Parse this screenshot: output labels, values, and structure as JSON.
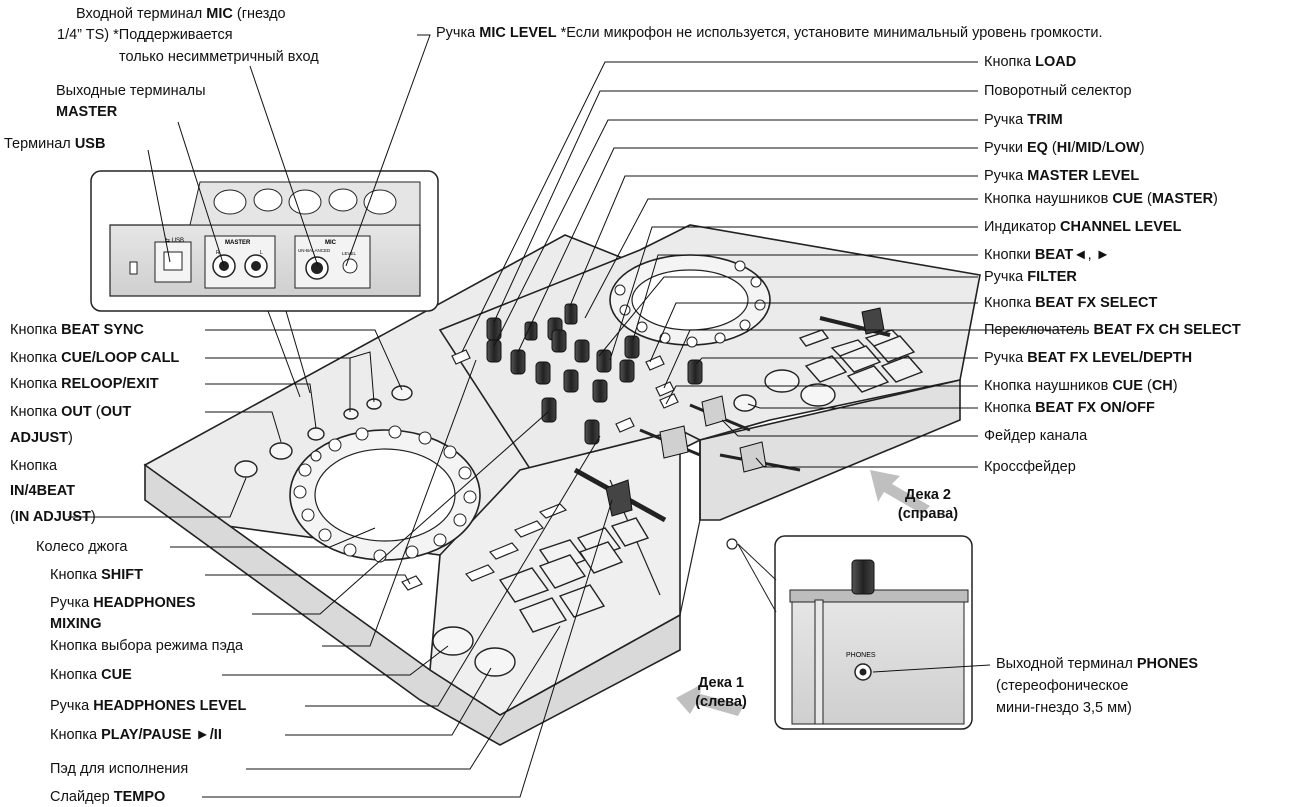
{
  "labels": {
    "mic_input": {
      "t1": "Входной терминал ",
      "b1": "MIC",
      "t2": " (гнездо",
      "line2": "1/4” TS) *Поддерживается",
      "line3": "только несимметричный вход"
    },
    "master_out": {
      "line1": "Выходные терминалы",
      "b1": "MASTER"
    },
    "usb": {
      "t1": "Терминал ",
      "b1": "USB"
    },
    "mic_level": {
      "t1": "Ручка ",
      "b1": "MIC LEVEL",
      "t2": " *Если микрофон не используется, установите минимальный уровень громкости."
    },
    "load": {
      "t1": "Кнопка ",
      "b1": "LOAD"
    },
    "rotary": {
      "t1": "Поворотный селектор"
    },
    "trim": {
      "t1": "Ручка ",
      "b1": "TRIM"
    },
    "eq": {
      "t1": "Ручки ",
      "b1": "EQ",
      "t2": " (",
      "b2": "HI",
      "t3": "/",
      "b3": "MID",
      "t4": "/",
      "b4": "LOW",
      "t5": ")"
    },
    "master_level": {
      "t1": "Ручка ",
      "b1": "MASTER LEVEL"
    },
    "cue_master": {
      "t1": "Кнопка наушников ",
      "b1": "CUE",
      "t2": " (",
      "b2": "MASTER",
      "t3": ")"
    },
    "channel_level": {
      "t1": "Индикатор ",
      "b1": "CHANNEL LEVEL"
    },
    "beat_buttons": {
      "t1": "Кнопки ",
      "b1": "BEAT◄",
      "t2": ", ",
      "b2": "►"
    },
    "filter": {
      "t1": "Ручка ",
      "b1": "FILTER"
    },
    "beat_fx_select": {
      "t1": "Кнопка ",
      "b1": "BEAT FX SELECT"
    },
    "beat_fx_ch_select": {
      "t1": "Переключатель ",
      "b1": "BEAT FX CH SELECT"
    },
    "beat_fx_level": {
      "t1": "Ручка ",
      "b1": "BEAT FX LEVEL/DEPTH"
    },
    "cue_ch": {
      "t1": "Кнопка наушников ",
      "b1": "CUE",
      "t2": " (",
      "b2": "CH",
      "t3": ")"
    },
    "beat_fx_onoff": {
      "t1": "Кнопка ",
      "b1": "BEAT FX ON/OFF"
    },
    "channel_fader": {
      "t1": "Фейдер канала"
    },
    "crossfader": {
      "t1": "Кроссфейдер"
    },
    "phones_out": {
      "t1": "Выходной терминал ",
      "b1": "PHONES",
      "line2": "(стереофоническое",
      "line3": "мини-гнездо 3,5 мм)"
    },
    "beat_sync": {
      "t1": "Кнопка ",
      "b1": "BEAT SYNC"
    },
    "cue_loop_call": {
      "t1": "Кнопка ",
      "b1": "CUE/LOOP CALL"
    },
    "reloop_exit": {
      "t1": "Кнопка ",
      "b1": "RELOOP/EXIT"
    },
    "out_adjust": {
      "t1": "Кнопка ",
      "b1": "OUT",
      "t2": " (",
      "b2": "OUT",
      "line2b": "ADJUST",
      "line2t": ")"
    },
    "in_4beat": {
      "line1": "Кнопка",
      "b1": "IN/4BEAT",
      "t2": "(",
      "b2": "IN ADJUST",
      "t3": ")"
    },
    "jog": {
      "t1": "Колесо джога"
    },
    "shift": {
      "t1": "Кнопка ",
      "b1": "SHIFT"
    },
    "hp_mixing": {
      "t1": "Ручка ",
      "b1": "HEADPHONES",
      "b2": "MIXING"
    },
    "pad_mode": {
      "t1": "Кнопка выбора режима пэда"
    },
    "cue": {
      "t1": "Кнопка ",
      "b1": "CUE"
    },
    "hp_level": {
      "t1": "Ручка ",
      "b1": "HEADPHONES LEVEL"
    },
    "play_pause": {
      "t1": "Кнопка ",
      "b1": "PLAY/PAUSE ►/II"
    },
    "perf_pad": {
      "t1": "Пэд для исполнения"
    },
    "tempo": {
      "t1": "Слайдер ",
      "b1": "TEMPO"
    }
  },
  "decks": {
    "deck1": {
      "line1": "Дека 1",
      "line2": "(слева)"
    },
    "deck2": {
      "line1": "Дека 2",
      "line2": "(справа)"
    }
  },
  "panel_text": {
    "usb": "⇆ USB",
    "master": "MASTER",
    "mic": "MIC",
    "r": "R",
    "l": "L",
    "unbalanced": "UN-BALANCED",
    "level": "LEVEL",
    "phones": "PHONES"
  }
}
